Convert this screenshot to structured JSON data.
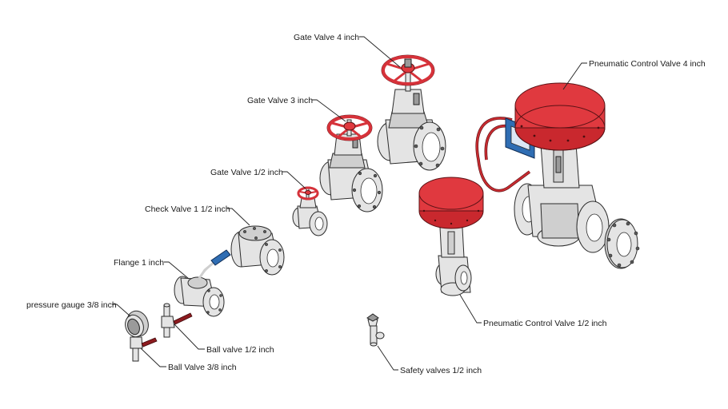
{
  "labels": {
    "gate_valve_4": "Gate Valve 4 inch",
    "gate_valve_3": "Gate Valve 3 inch",
    "gate_valve_half": "Gate Valve 1/2 inch",
    "check_valve": "Check Valve 1 1/2 inch",
    "flange": "Flange 1 inch",
    "pressure_gauge": "pressure gauge 3/8 inch",
    "ball_valve_half": "Ball valve 1/2 inch",
    "ball_valve_3_8": "Ball Valve 3/8 inch",
    "safety_valve": "Safety valves 1/2 inch",
    "pneumatic_4": "Pneumatic Control Valve 4 inch",
    "pneumatic_half": "Pneumatic Control Valve 1/2 inch"
  },
  "colors": {
    "handwheel": "#e0393f",
    "actuator": "#e0393f",
    "lever": "#2f6db3",
    "positioner": "#2f6db3",
    "steel": "#e4e4e4"
  }
}
